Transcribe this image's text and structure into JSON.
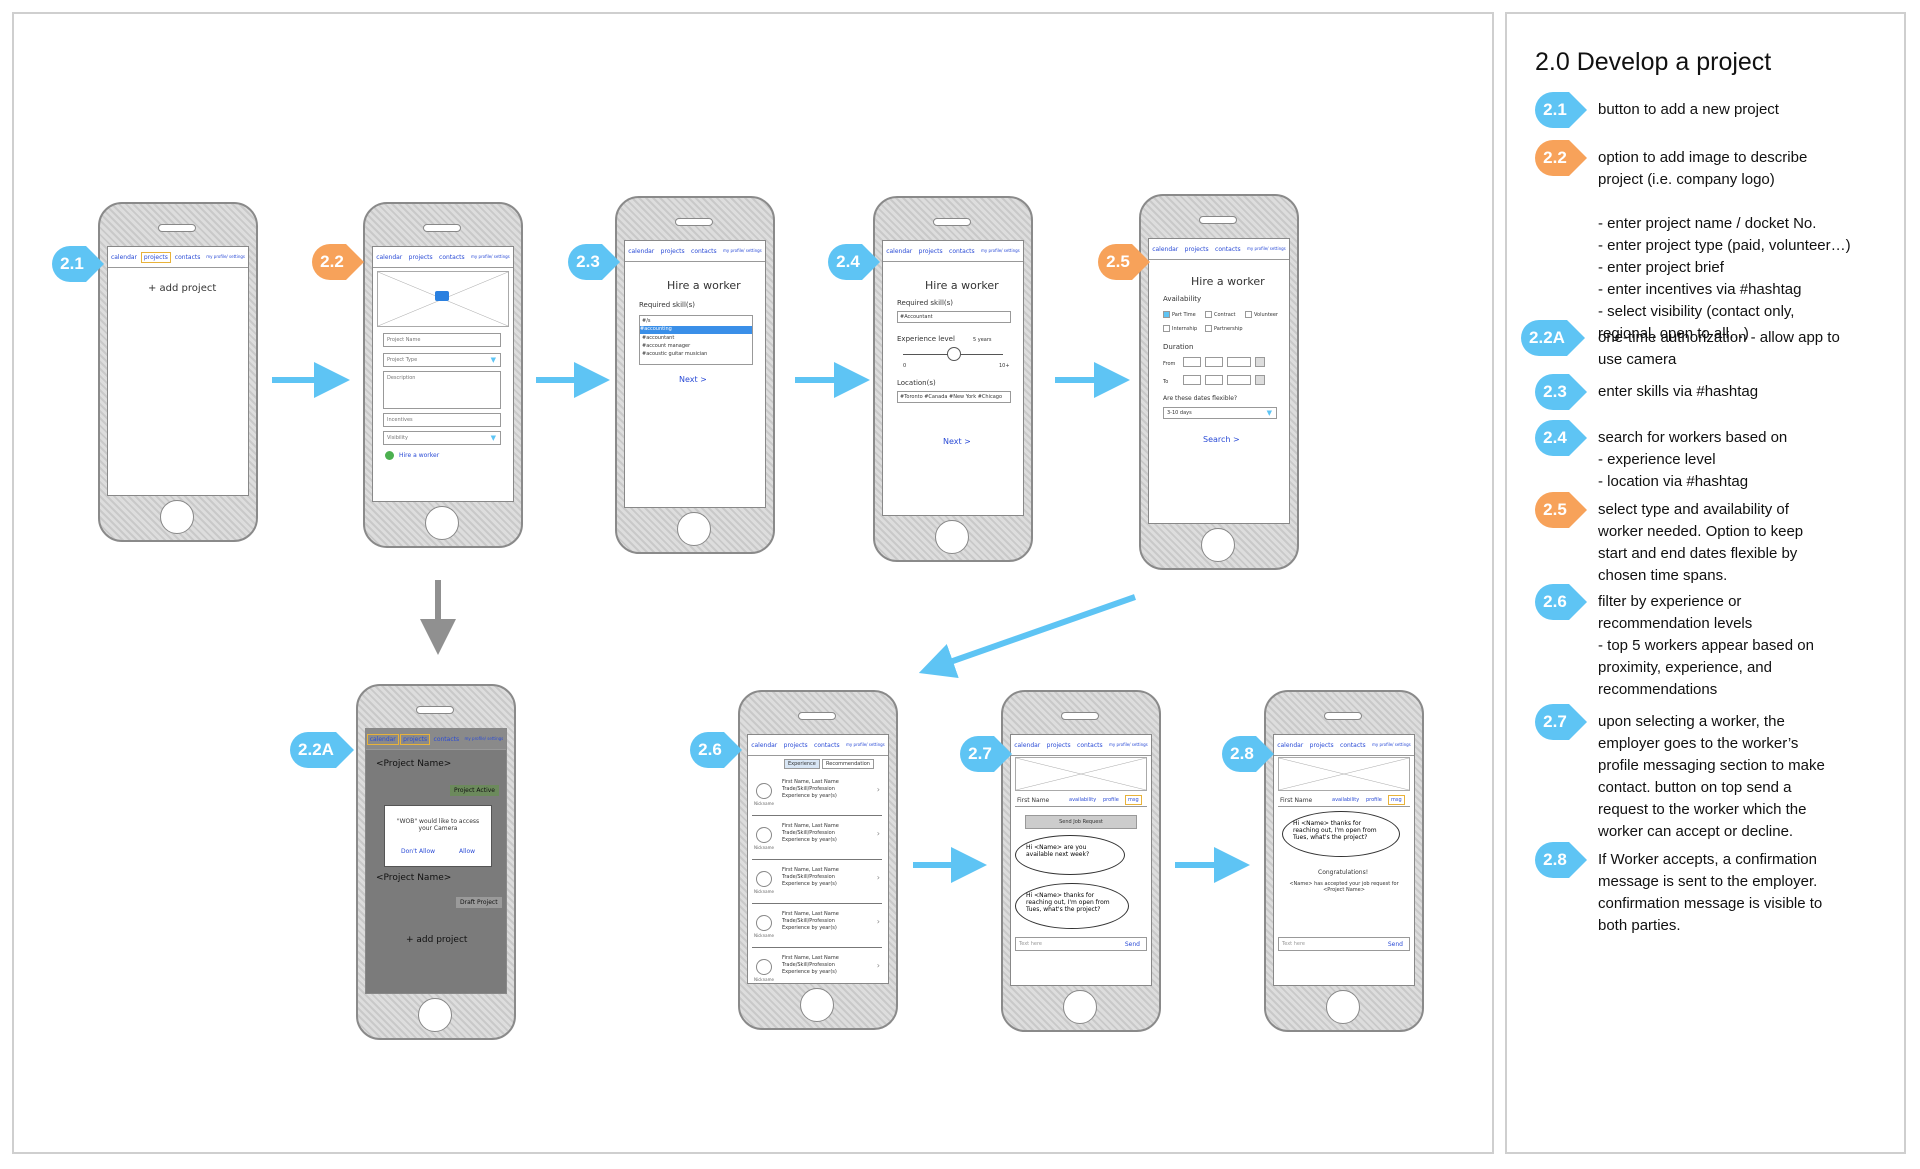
{
  "title": "2.0 Develop a project",
  "nav": {
    "calendar": "calendar",
    "projects": "projects",
    "contacts": "contacts",
    "meta": "my profile/ settings",
    "msg": "msg",
    "profile": "profile",
    "availability": "availability"
  },
  "colors": {
    "blue": "#5ec4f4",
    "orange": "#f7a25a",
    "arrow": "#5ec4f4",
    "gray_arrow": "#909090"
  },
  "tags": {
    "t21": "2.1",
    "t22": "2.2",
    "t22a": "2.2A",
    "t23": "2.3",
    "t24": "2.4",
    "t25": "2.5",
    "t26": "2.6",
    "t27": "2.7",
    "t28": "2.8"
  },
  "s21": {
    "add": "+ add project"
  },
  "s22": {
    "project_name": "Project Name",
    "project_type": "Project Type",
    "description": "Description",
    "incentives": "Incentives",
    "visibility": "Visibility",
    "hire": "Hire a worker"
  },
  "s23": {
    "heading": "Hire a worker",
    "required": "Required skill(s)",
    "hashtag": "#/s",
    "opt1": "#accounting",
    "opt2": "#accountant",
    "opt3": "#account manager",
    "opt4": "#acoustic guitar musician",
    "next": "Next >"
  },
  "s24": {
    "heading": "Hire a worker",
    "required": "Required skill(s)",
    "value": "#Accountant",
    "experience": "Experience level",
    "years": "5 years",
    "min": "0",
    "max": "10+",
    "locations": "Location(s)",
    "loc_value": "#Toronto #Canada #New York #Chicago",
    "next": "Next >"
  },
  "s25": {
    "heading": "Hire a worker",
    "availability": "Availability",
    "parttime": "Part Time",
    "contract": "Contract",
    "volunteer": "Volunteer",
    "internship": "Internship",
    "partnership": "Partnership",
    "duration": "Duration",
    "from": "From",
    "to": "To",
    "flexible": "Are these dates flexible?",
    "flex_value": "3-10 days",
    "search": "Search >"
  },
  "s22a": {
    "project1": "<Project Name>",
    "active": "Project Active",
    "alert1": "\"WOB\" would like to access",
    "alert2": "your Camera",
    "dont": "Don't Allow",
    "allow": "Allow",
    "project2": "<Project Name>",
    "draft": "Draft Project",
    "add": "+ add project"
  },
  "s26": {
    "tab1": "Experience",
    "tab2": "Recommendation",
    "row_l1": "First Name, Last Name",
    "row_l2": "Trade/Skill/Profession",
    "row_l3": "Experience by year(s)",
    "nickname": "Nickname"
  },
  "s27": {
    "name": "First Name",
    "send_req": "Send Job Request",
    "b1": "Hi <Name> are you available next week?",
    "b2": "Hi <Name> thanks for reaching out, I'm open from Tues, what's the project?",
    "input": "Text here",
    "send": "Send"
  },
  "s28": {
    "name": "First Name",
    "b1": "Hi <Name> thanks for reaching out, I'm open from Tues, what's the project?",
    "congrats": "Congratulations!",
    "accepted": "<Name> has accepted your job request for <Project Name>",
    "input": "Text here",
    "send": "Send"
  },
  "legend": [
    {
      "tag": "2.1",
      "color": "#5ec4f4",
      "text": "button to add a new project"
    },
    {
      "tag": "2.2",
      "color": "#f7a25a",
      "text": "option to add image to describe\nproject (i.e. company logo)\n\n- enter project name / docket No.\n- enter project type (paid, volunteer…)\n- enter project brief\n- enter incentives via #hashtag\n- select visibility (contact only,\nregional, open to all…)"
    },
    {
      "tag": "2.2A",
      "color": "#5ec4f4",
      "text": "one-time authorization - allow app to\nuse camera"
    },
    {
      "tag": "2.3",
      "color": "#5ec4f4",
      "text": "enter skills via #hashtag"
    },
    {
      "tag": "2.4",
      "color": "#5ec4f4",
      "text": "search for workers based on\n- experience level\n- location via #hashtag"
    },
    {
      "tag": "2.5",
      "color": "#f7a25a",
      "text": "select type and availability of\nworker needed. Option to keep\nstart and end dates flexible by\nchosen time spans."
    },
    {
      "tag": "2.6",
      "color": "#5ec4f4",
      "text": "filter by experience or\nrecommendation levels\n- top 5 workers appear based on\nproximity, experience, and\nrecommendations"
    },
    {
      "tag": "2.7",
      "color": "#5ec4f4",
      "text": "upon selecting a worker, the\nemployer goes to the worker’s\nprofile messaging section to make\ncontact. button on top send a\nrequest to the worker which the\nworker can accept or decline."
    },
    {
      "tag": "2.8",
      "color": "#5ec4f4",
      "text": "If Worker accepts, a confirmation\nmessage is sent to the employer.\nconfirmation message is visible to\nboth parties."
    }
  ]
}
